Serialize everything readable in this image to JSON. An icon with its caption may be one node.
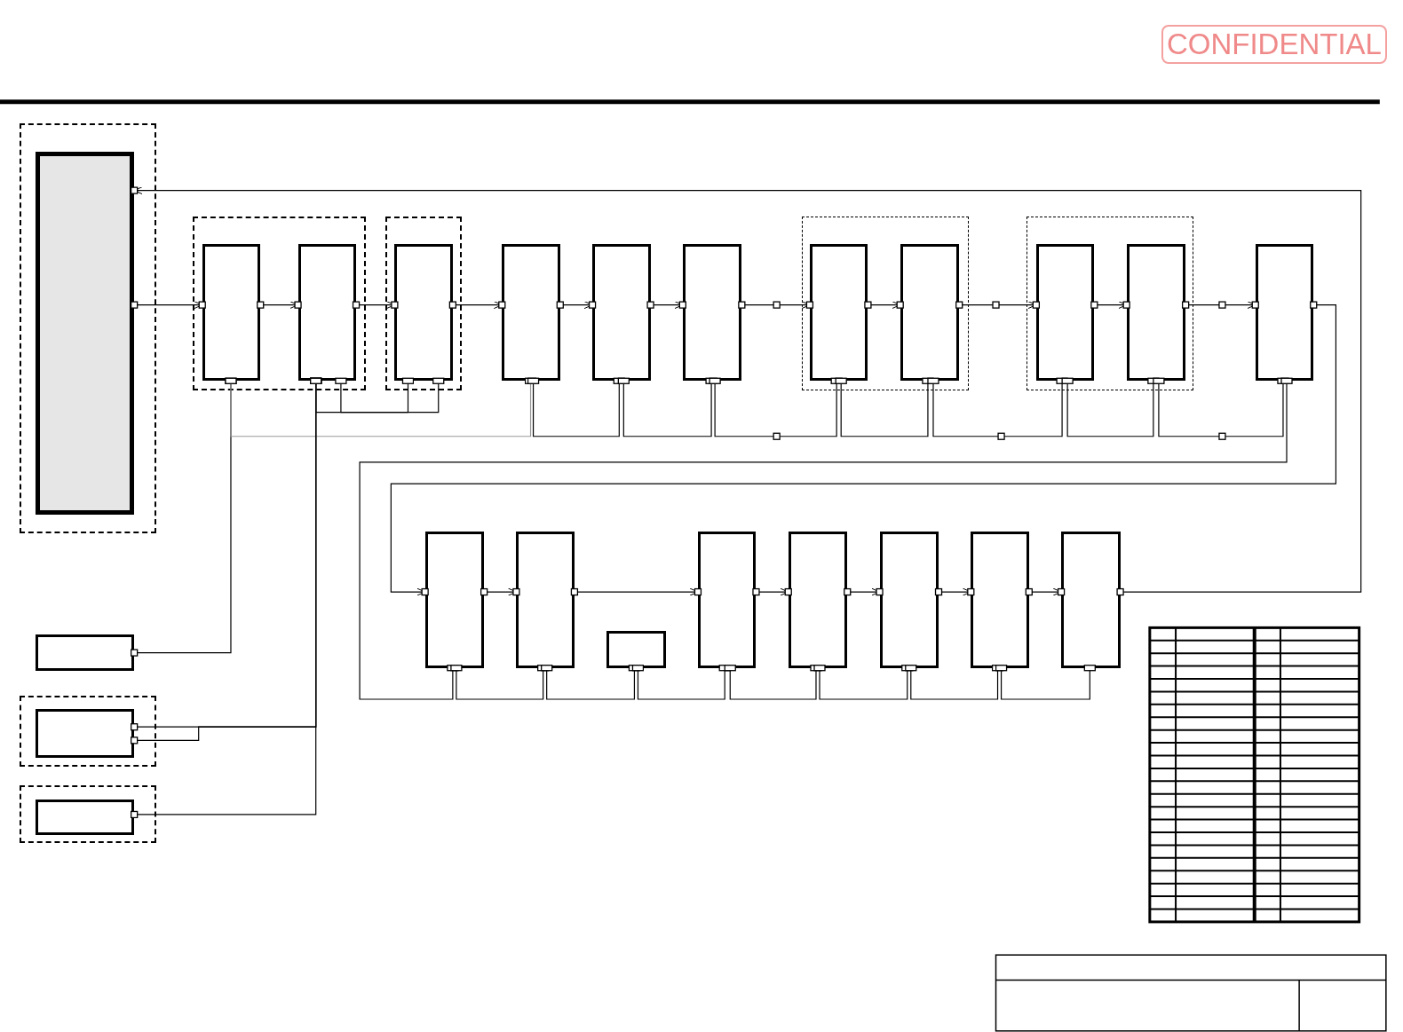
{
  "diagram": {
    "nodes": [
      {
        "text": [],
        "shape": "box"
      },
      {
        "text": [],
        "shape": "box",
        "in": 0
      },
      {
        "text": [],
        "shape": "box"
      },
      {
        "text": [],
        "shape": "box",
        "in": 2
      },
      {
        "text": [],
        "shape": "box",
        "in": 2
      },
      {
        "text": [],
        "shape": "box"
      },
      {
        "text": [],
        "shape": "box",
        "in": 5
      },
      {
        "text": [],
        "shape": "box"
      },
      {
        "text": [],
        "shape": "box"
      },
      {
        "text": [],
        "shape": "box"
      },
      {
        "text": [],
        "shape": "box"
      },
      {
        "text": [],
        "shape": "box",
        "in": 10
      },
      {
        "text": [],
        "shape": "box",
        "in": 10
      },
      {
        "text": [],
        "shape": "box"
      },
      {
        "text": [],
        "shape": "box",
        "in": 13
      },
      {
        "text": [],
        "shape": "box",
        "in": 13
      },
      {
        "text": [],
        "shape": "box"
      },
      {
        "text": [],
        "shape": "box"
      },
      {
        "text": [],
        "shape": "box"
      },
      {
        "text": [],
        "shape": "box"
      },
      {
        "text": [],
        "shape": "box"
      },
      {
        "text": [],
        "shape": "box"
      },
      {
        "text": [],
        "shape": "box"
      },
      {
        "text": [],
        "shape": "box"
      },
      {
        "text": [],
        "shape": "box"
      },
      {
        "text": [],
        "shape": "box"
      },
      {
        "text": [],
        "shape": "box"
      },
      {
        "text": [],
        "shape": "box",
        "in": 26
      },
      {
        "text": [],
        "shape": "box"
      },
      {
        "text": [],
        "shape": "box",
        "in": 28
      }
    ],
    "edges": [
      {
        "from": 1,
        "to": 3,
        "arrow": "to"
      },
      {
        "from": 3,
        "to": 4,
        "arrow": "to"
      },
      {
        "from": 4,
        "to": 6,
        "arrow": "to"
      },
      {
        "from": 6,
        "to": 7,
        "arrow": "to"
      },
      {
        "from": 7,
        "to": 8,
        "arrow": "to"
      },
      {
        "from": 8,
        "to": 9,
        "arrow": "to"
      },
      {
        "from": 9,
        "to": 11,
        "arrow": "to"
      },
      {
        "from": 11,
        "to": 12,
        "arrow": "to"
      },
      {
        "from": 12,
        "to": 14,
        "arrow": "to"
      },
      {
        "from": 14,
        "to": 15,
        "arrow": "to"
      },
      {
        "from": 15,
        "to": 16,
        "arrow": "to"
      },
      {
        "from": 16,
        "to": 17,
        "arrow": "to"
      },
      {
        "from": 17,
        "to": 18,
        "arrow": "to"
      },
      {
        "from": 18,
        "to": 20,
        "arrow": "to"
      },
      {
        "from": 20,
        "to": 21,
        "arrow": "to"
      },
      {
        "from": 21,
        "to": 22,
        "arrow": "to"
      },
      {
        "from": 22,
        "to": 23,
        "arrow": "to"
      },
      {
        "from": 23,
        "to": 24,
        "arrow": "to"
      },
      {
        "from": 24,
        "to": 1,
        "arrow": "to"
      },
      {
        "from": 3,
        "to": 25,
        "arrow": "other"
      },
      {
        "from": 7,
        "to": 3,
        "arrow": "other",
        "color": "#999999"
      },
      {
        "from": 7,
        "to": 8,
        "arrow": "other"
      },
      {
        "from": 8,
        "to": 9,
        "arrow": "other"
      },
      {
        "from": 9,
        "to": 11,
        "arrow": "other"
      },
      {
        "from": 11,
        "to": 12,
        "arrow": "other"
      },
      {
        "from": 12,
        "to": 14,
        "arrow": "other"
      },
      {
        "from": 14,
        "to": 15,
        "arrow": "other"
      },
      {
        "from": 15,
        "to": 16,
        "arrow": "other"
      },
      {
        "from": 16,
        "to": 17,
        "arrow": "other"
      },
      {
        "from": 17,
        "to": 18,
        "arrow": "other"
      },
      {
        "from": 18,
        "to": 19,
        "arrow": "other"
      },
      {
        "from": 19,
        "to": 20,
        "arrow": "other"
      },
      {
        "from": 20,
        "to": 21,
        "arrow": "other"
      },
      {
        "from": 21,
        "to": 22,
        "arrow": "other"
      },
      {
        "from": 22,
        "to": 23,
        "arrow": "other"
      },
      {
        "from": 23,
        "to": 24,
        "arrow": "other"
      },
      {
        "from": 4,
        "to": 6,
        "arrow": "other"
      },
      {
        "from": 4,
        "to": 6,
        "arrow": "other"
      },
      {
        "from": 4,
        "to": 27,
        "arrow": "other"
      },
      {
        "from": 4,
        "to": 27,
        "arrow": "other"
      },
      {
        "from": 4,
        "to": 29,
        "arrow": "other"
      }
    ],
    "labels": [
      "CONFIDENTIAL"
    ]
  }
}
